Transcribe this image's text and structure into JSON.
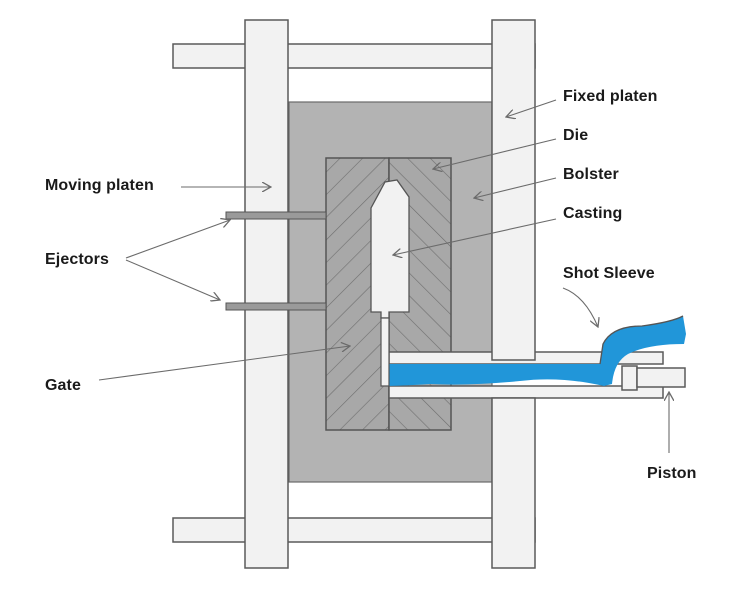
{
  "labels": {
    "fixed_platen": "Fixed platen",
    "die": "Die",
    "bolster": "Bolster",
    "moving_platen": "Moving platen",
    "casting": "Casting",
    "ejectors": "Ejectors",
    "shot_sleeve": "Shot Sleeve",
    "gate": "Gate",
    "piston": "Piston"
  },
  "colors": {
    "molten_metal": "#2196d9",
    "bolster": "#b3b3b3",
    "platen": "#f2f2f2",
    "die_hatch": "#8f8f8f",
    "outline": "#555555"
  }
}
